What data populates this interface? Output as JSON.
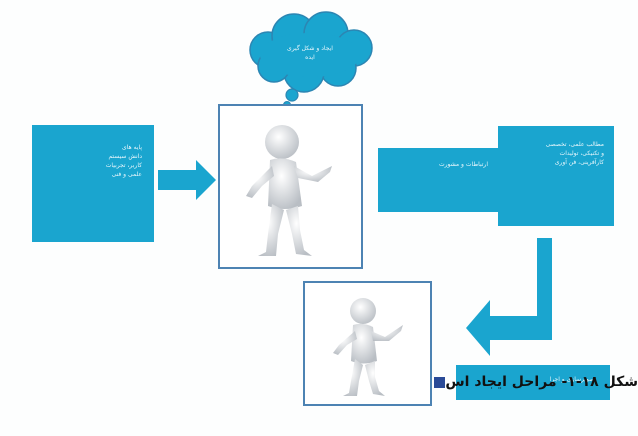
{
  "colors": {
    "box_fill": "#1aa5cf",
    "box_text": "#e9f7fc",
    "frame_border": "#4d83b3",
    "caption_bullet": "#2a4a97",
    "caption_text": "#111111"
  },
  "cloud": {
    "text": "ایجاد و شکل گیری\nایده"
  },
  "boxes": {
    "left": "پایه های\nدانش سیستم\nکاربر، تجربیات\nعلمی و فنی",
    "middle": "ارتباطات و مشورت",
    "top_right": "مطالب علمی، تخصصی\nو تکنیکی، تولیدات\nکارآفرینی، فن آوری",
    "bottom": "تصویرسازی و اجرا"
  },
  "figures": {
    "top": "person-figure",
    "bottom": "person-figure"
  },
  "caption": {
    "text": "شکل ۱۸-۱- مراحل ایجاد اس"
  }
}
